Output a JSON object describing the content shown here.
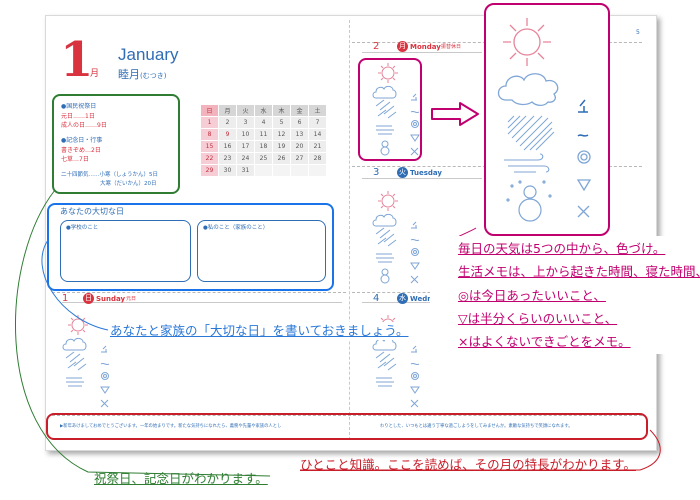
{
  "month": {
    "number": "1",
    "unit": "月",
    "english": "January",
    "japanese": "睦月",
    "reading": "(むつき)"
  },
  "holidays": {
    "title1": "●国民祝祭日",
    "h1": "元日……1日",
    "h2": "成人の日……9日",
    "title2": "●記念日・行事",
    "e1": "書きぞめ…2日",
    "e2": "七草…7日",
    "solar1": "二十四節気……小寒（しょうかん）5日",
    "solar2": "大寒（だいかん）20日"
  },
  "calendar": {
    "headers": [
      "日",
      "月",
      "火",
      "水",
      "木",
      "金",
      "土"
    ],
    "rows": [
      [
        "1",
        "2",
        "3",
        "4",
        "5",
        "6",
        "7"
      ],
      [
        "8",
        "9",
        "10",
        "11",
        "12",
        "13",
        "14"
      ],
      [
        "15",
        "16",
        "17",
        "18",
        "19",
        "20",
        "21"
      ],
      [
        "22",
        "23",
        "24",
        "25",
        "26",
        "27",
        "28"
      ],
      [
        "29",
        "30",
        "31",
        "",
        "",
        "",
        ""
      ]
    ]
  },
  "important": {
    "title": "あなたの大切な日",
    "school": "●学校のこと",
    "family": "●私のこと（家族のこと）"
  },
  "days": {
    "d2": {
      "num": "2",
      "kanji": "月",
      "name": "Monday",
      "note": "振替休日"
    },
    "d3": {
      "num": "3",
      "kanji": "火",
      "name": "Tuesday"
    },
    "d1": {
      "num": "1",
      "kanji": "日",
      "name": "Sunday",
      "note": "元日"
    },
    "d4": {
      "num": "4",
      "kanji": "水",
      "name": "Wednesday"
    }
  },
  "marks": {
    "good": "◎",
    "half": "▽",
    "bad": "×"
  },
  "page_corner": "5",
  "footer": {
    "left": "▶新年あけましておめでとうございます。一年の始まりです。新たな気持ちになれたら、義務や先輩や家族の人とし",
    "right": "わりとした、いつもとは違う丁寧な過ごしようをしてみませんか。素敵な気持ちで笑顔になれます。"
  },
  "callouts": {
    "weather1": "毎日の天気は5つの中から、色づけ。",
    "weather2": "生活メモは、上から起きた時間、寝た時間、",
    "weather3": "◎は今日あったいいこと、",
    "weather4": "▽は半分くらいのいいこと、",
    "weather5": "×はよくないできごとをメモ。",
    "important": "あなたと家族の「大切な日」を書いておきましょう。",
    "knowledge": "ひとこと知識。ここを読めば、その月の特長がわかります。",
    "holidays": "祝祭日、記念日がわかります。"
  },
  "colors": {
    "red": "#d9333f",
    "blue": "#2f6db5",
    "green": "#2e7d32",
    "magenta": "#c0006f",
    "crimson": "#c81e2a",
    "callout_blue": "#2a78d8",
    "grey": "#9a9a9a",
    "light_blue_icon": "#7fa6d6",
    "pink_icon": "#e6849a"
  }
}
